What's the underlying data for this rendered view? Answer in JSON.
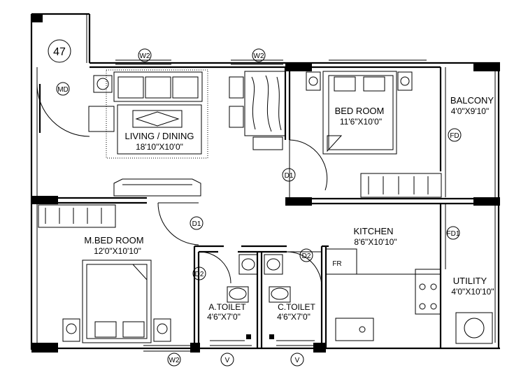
{
  "plot_number": "47",
  "rooms": {
    "living": {
      "name": "LIVING / DINING",
      "size": "18'10\"X10'0\""
    },
    "bedroom": {
      "name": "BED ROOM",
      "size": "11'6\"X10'0\""
    },
    "balcony": {
      "name": "BALCONY",
      "size": "4'0\"X9'10\""
    },
    "master_bedroom": {
      "name": "M.BED ROOM",
      "size": "12'0\"X10'10\""
    },
    "kitchen": {
      "name": "KITCHEN",
      "size": "8'6\"X10'10\""
    },
    "utility": {
      "name": "UTILITY",
      "size": "4'0\"X10'10\""
    },
    "a_toilet": {
      "name": "A.TOILET",
      "size": "4'6\"X7'0\""
    },
    "c_toilet": {
      "name": "C.TOILET",
      "size": "4'6\"X7'0\""
    }
  },
  "tags": {
    "main_door": "MD",
    "window_w2": "W2",
    "door_d1": "D1",
    "door_d2": "D2",
    "french_door": "FD",
    "french_door_1": "FD1",
    "ventilator": "V",
    "fridge": "FR"
  }
}
